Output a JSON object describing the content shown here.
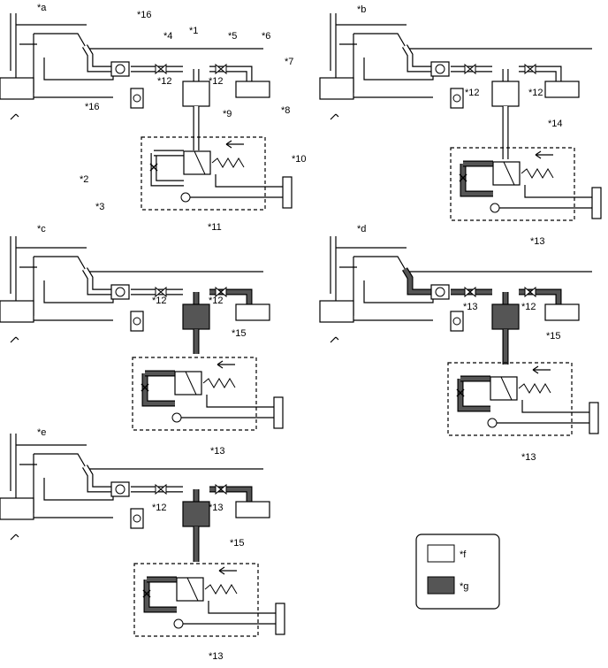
{
  "colors": {
    "line": "#000000",
    "pipe_white": "#ffffff",
    "pipe_dark": "#555555",
    "panel_fill": "#ffffff"
  },
  "panels": [
    {
      "tag": "*a",
      "fluid": {
        "pipe_left": "white",
        "pipe_right": "white",
        "master": "white",
        "circuit": "white",
        "down": "white"
      },
      "labels": [
        "*1",
        "*2",
        "*3",
        "*4",
        "*5",
        "*6",
        "*7",
        "*8",
        "*9",
        "*10",
        "*11",
        "*12",
        "*12",
        "*16",
        "*16"
      ]
    },
    {
      "tag": "*b",
      "fluid": {
        "pipe_left": "white",
        "pipe_right": "white",
        "master": "white",
        "circuit": "dark",
        "down": "white"
      },
      "labels": [
        "*12",
        "*12",
        "*14",
        "*13"
      ]
    },
    {
      "tag": "*c",
      "fluid": {
        "pipe_left": "white",
        "pipe_right": "dark",
        "master": "dark",
        "circuit": "dark",
        "down": "dark"
      },
      "labels": [
        "*12",
        "*12",
        "*15",
        "*13"
      ]
    },
    {
      "tag": "*d",
      "fluid": {
        "pipe_left": "dark",
        "pipe_right": "dark",
        "master": "dark",
        "circuit": "dark",
        "down": "dark"
      },
      "labels": [
        "*13",
        "*12",
        "*15",
        "*13"
      ]
    },
    {
      "tag": "*e",
      "fluid": {
        "pipe_left": "white",
        "pipe_right": "dark",
        "master": "dark",
        "circuit": "dark",
        "down": "dark"
      },
      "labels": [
        "*12",
        "*13",
        "*15",
        "*13"
      ]
    }
  ],
  "legend": {
    "items": [
      {
        "label": "*f",
        "fill": "white"
      },
      {
        "label": "*g",
        "fill": "dark"
      }
    ]
  }
}
